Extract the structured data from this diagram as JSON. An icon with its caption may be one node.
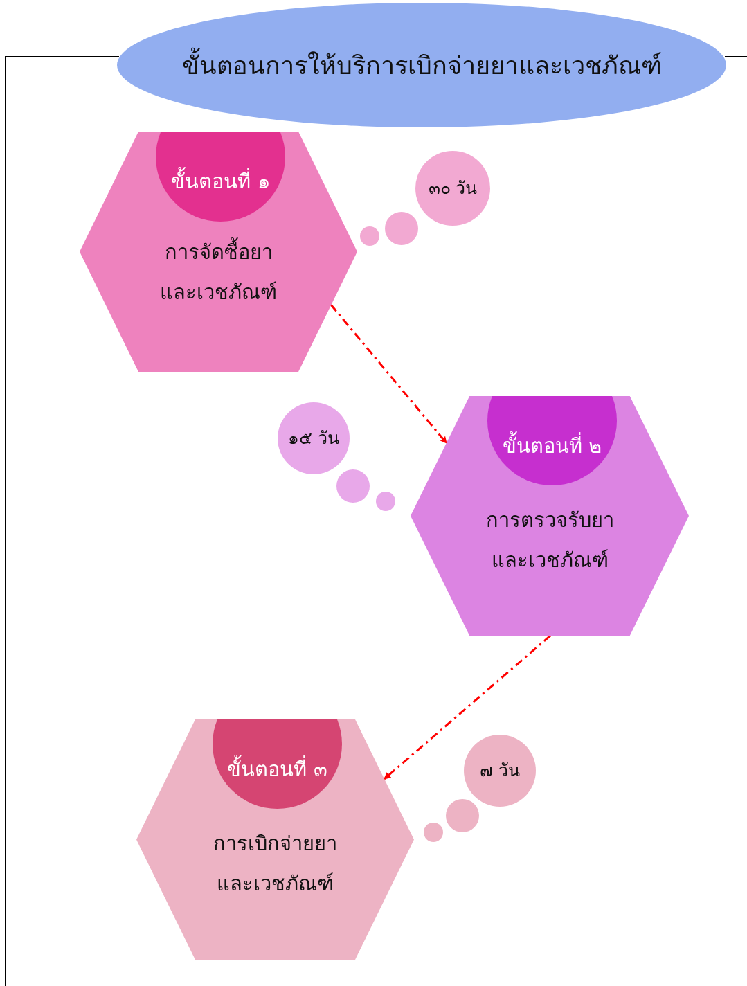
{
  "diagram": {
    "title": "ขั้นตอนการให้บริการเบิกจ่ายยาและเวชภัณฑ์",
    "nodes": [
      {
        "text": [
          "การจัดซื้อยา และเวชภัณฑ์"
        ]
      },
      {
        "text": [
          "ขั้นตอนที่ ๑"
        ],
        "in": 0
      },
      {
        "text": [
          "๓๐ วัน"
        ]
      },
      {
        "text": [
          "การตรวจรับยา และเวชภัณฑ์"
        ]
      },
      {
        "text": [
          "ขั้นตอนที่ ๒"
        ],
        "in": 3
      },
      {
        "text": [
          "๑๕ วัน"
        ]
      },
      {
        "text": [
          "การเบิกจ่ายยา และเวชภัณฑ์"
        ]
      },
      {
        "text": [
          "ขั้นตอนที่ ๓"
        ],
        "in": 6
      },
      {
        "text": [
          "๗ วัน"
        ]
      }
    ],
    "edges": [
      {
        "from": 0,
        "to": 3,
        "arrow": "to",
        "style": "dashed"
      },
      {
        "from": 3,
        "to": 6,
        "arrow": "to",
        "style": "dashed"
      }
    ]
  }
}
